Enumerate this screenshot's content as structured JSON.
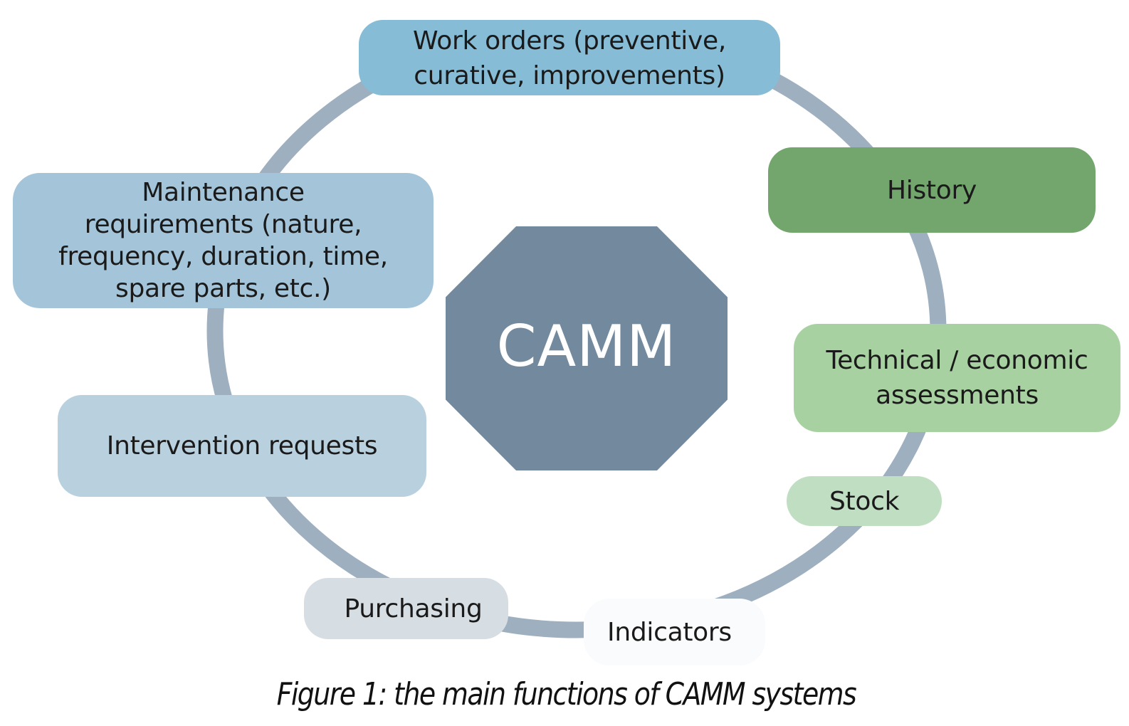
{
  "center": {
    "label": "CAMM"
  },
  "functions": {
    "work_orders": [
      "Work orders (preventive,",
      "curative, improvements)"
    ],
    "history": [
      "History"
    ],
    "technical": [
      "Technical / economic",
      "assessments"
    ],
    "stock": [
      "Stock"
    ],
    "indicators": [
      "Indicators"
    ],
    "purchasing": [
      "Purchasing"
    ],
    "intervention": [
      "Intervention requests"
    ],
    "maintenance": [
      "Maintenance",
      "requirements (nature,",
      "frequency, duration, time,",
      "spare parts, etc.)"
    ]
  },
  "caption": "Figure 1: the main functions of CAMM systems",
  "colors": {
    "ring": "#9eafbf",
    "center": "#738a9e",
    "work_orders": "#86bcd6",
    "maintenance": "#a4c5d9",
    "intervention": "#b9d0de",
    "purchasing": "#d6dee4",
    "indicators": "#fafbfc",
    "stock": "#c0dec1",
    "technical": "#a8d1a1",
    "history": "#72a66c"
  }
}
